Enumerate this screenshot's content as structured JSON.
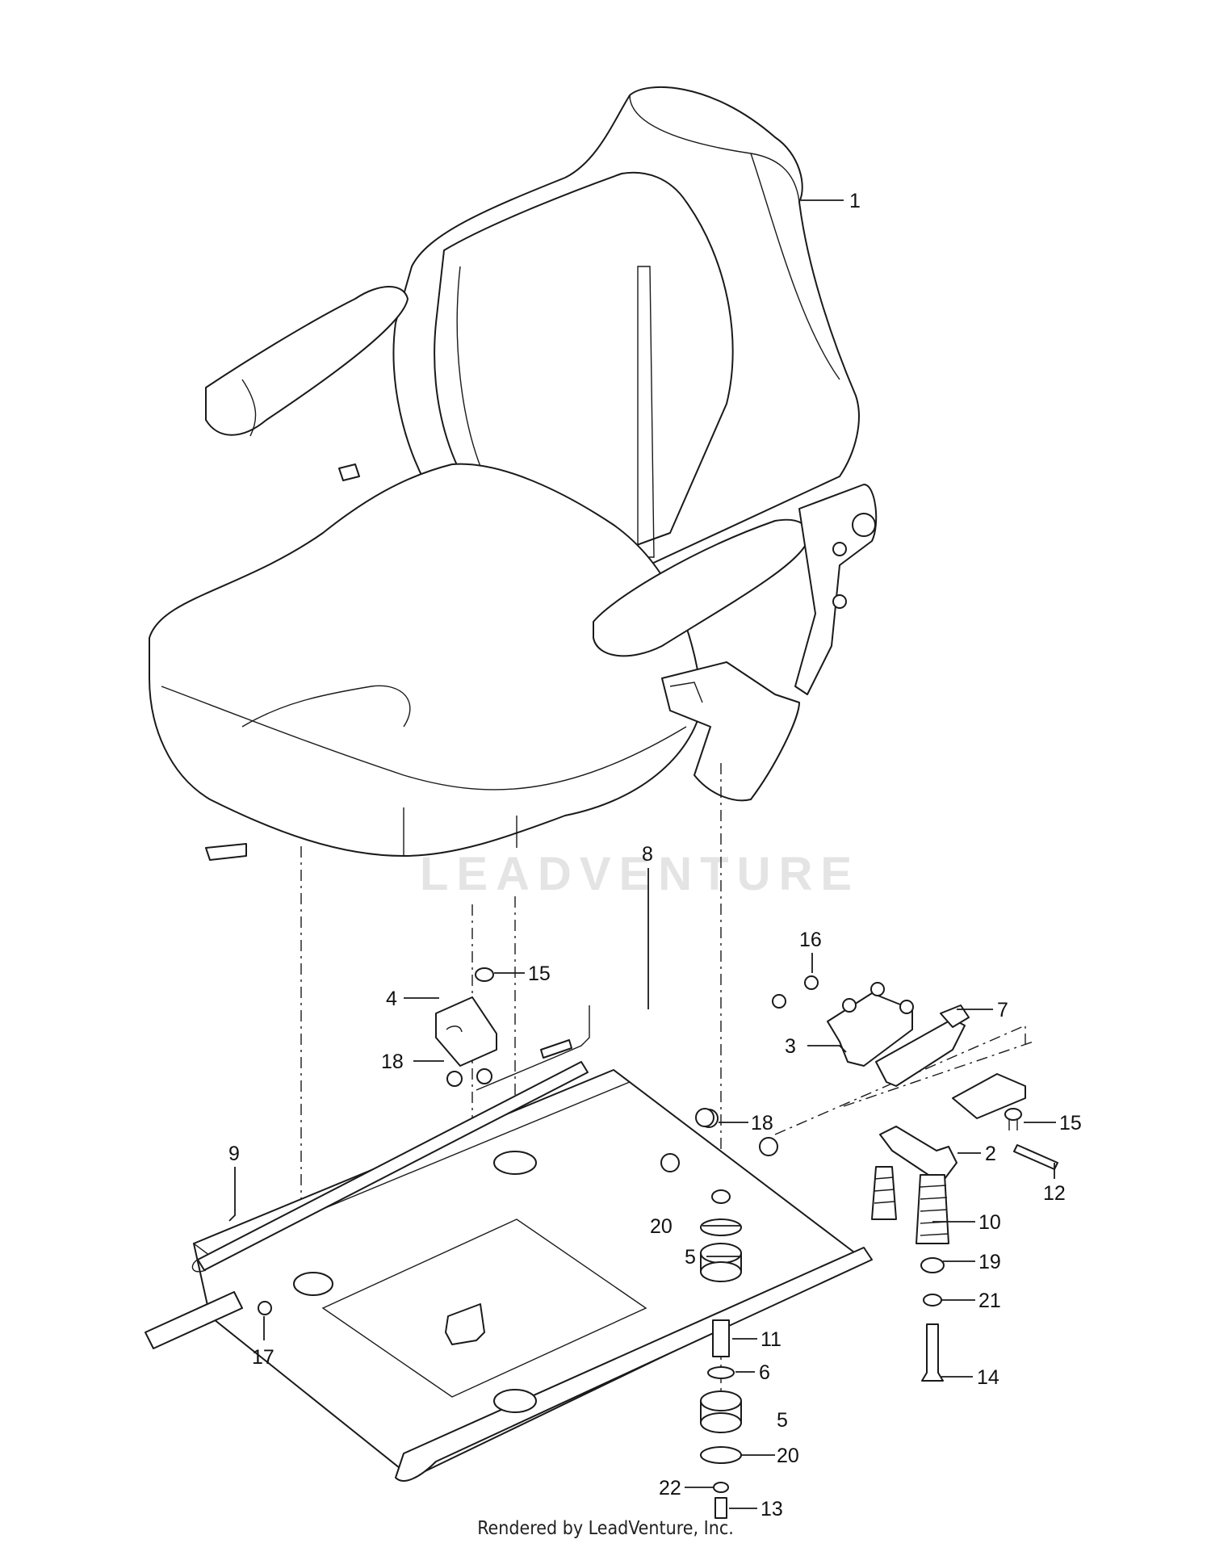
{
  "watermark": "LEADVENTURE",
  "footer": "Rendered by LeadVenture, Inc.",
  "callouts": {
    "c1": "1",
    "c2": "2",
    "c3": "3",
    "c4": "4",
    "c5a": "5",
    "c5b": "5",
    "c6": "6",
    "c7": "7",
    "c8": "8",
    "c9": "9",
    "c10": "10",
    "c11": "11",
    "c12": "12",
    "c13": "13",
    "c14": "14",
    "c15a": "15",
    "c15b": "15",
    "c16": "16",
    "c17": "17",
    "c18a": "18",
    "c18b": "18",
    "c19": "19",
    "c20a": "20",
    "c20b": "20",
    "c21": "21",
    "c22": "22"
  }
}
